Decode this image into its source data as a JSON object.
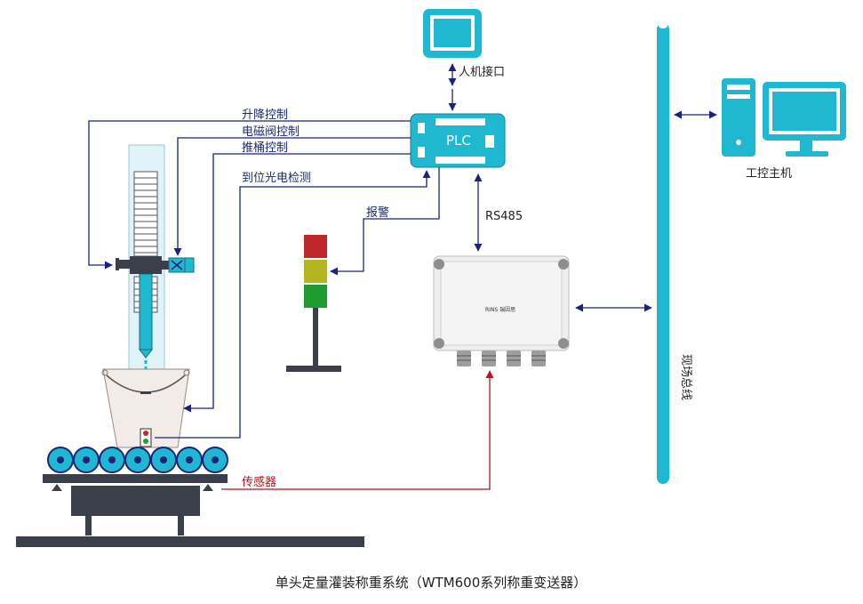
{
  "labels": {
    "hmi": "人机接口",
    "lift_control": "升降控制",
    "solenoid_control": "电磁阀控制",
    "push_control": "推桶控制",
    "photo_detect": "到位光电检测",
    "alarm": "报警",
    "rs485": "RS485",
    "ipc": "工控主机",
    "fieldbus": "现场总线",
    "sensor": "传感器",
    "plc": "PLC",
    "transmitter_brand": "RINS 瑞因思",
    "caption": "单头定量灌装称重系统（WTM600系列称重变送器）"
  },
  "colors": {
    "line": "#1a237e",
    "sensor_line": "#b3151b",
    "cyan": "#1fb8d0",
    "column": "#dff3f8",
    "light_red": "#c0272d",
    "light_yellow": "#b5b51f",
    "light_green": "#1f9a2f"
  },
  "icons": [
    "monitor-icon",
    "plc-icon",
    "computer-icon",
    "signal-tower-icon",
    "transmitter-box-icon"
  ]
}
